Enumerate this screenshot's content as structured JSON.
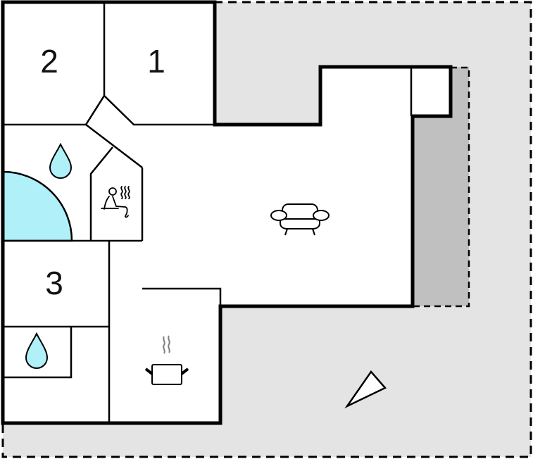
{
  "diagram": {
    "type": "floor-plan",
    "colors": {
      "wall": "#000000",
      "interior": "#ffffff",
      "plot": "#e4e4e4",
      "terrace": "#c0c0c0",
      "water": "#b0f0f8",
      "steam": "#808080"
    },
    "rooms": [
      {
        "id": "bedroom-1",
        "label": "1"
      },
      {
        "id": "bedroom-2",
        "label": "2"
      },
      {
        "id": "bedroom-3",
        "label": "3"
      }
    ],
    "icons": [
      {
        "name": "water-drop-icon",
        "meaning": "bathroom"
      },
      {
        "name": "pool-icon",
        "meaning": "whirlpool / pool"
      },
      {
        "name": "sauna-icon",
        "meaning": "sauna"
      },
      {
        "name": "sofa-icon",
        "meaning": "living room"
      },
      {
        "name": "cooking-pot-icon",
        "meaning": "kitchen"
      },
      {
        "name": "water-drop-icon",
        "meaning": "bathroom 2"
      },
      {
        "name": "north-arrow-icon",
        "meaning": "orientation"
      }
    ],
    "areas": [
      {
        "id": "plot",
        "meaning": "outdoor plot (dashed boundary)"
      },
      {
        "id": "terrace",
        "meaning": "covered terrace (dashed)"
      }
    ]
  }
}
